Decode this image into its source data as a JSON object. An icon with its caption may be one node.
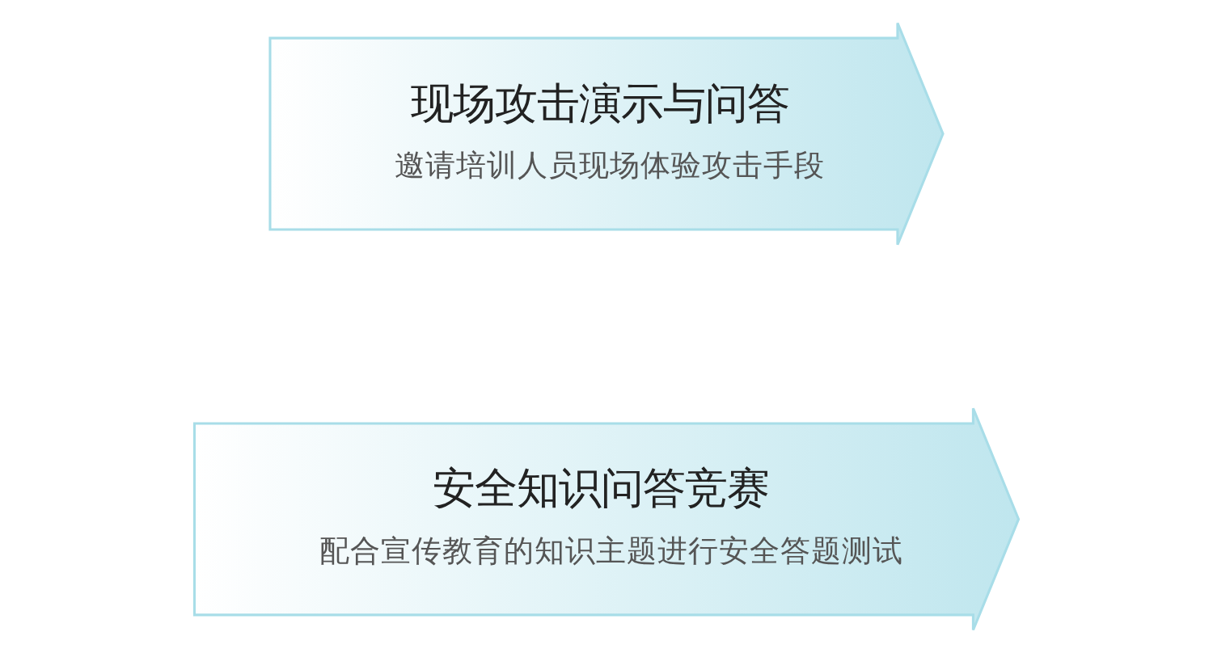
{
  "diagram": {
    "nodes": [
      {
        "text": [
          "安全知识问答竞赛",
          "配合宣传教育的知识主题进行安全答题测试"
        ]
      },
      {
        "text": [
          "现场攻击演示与问答",
          "邀请培训人员现场体验攻击手段"
        ]
      }
    ]
  }
}
